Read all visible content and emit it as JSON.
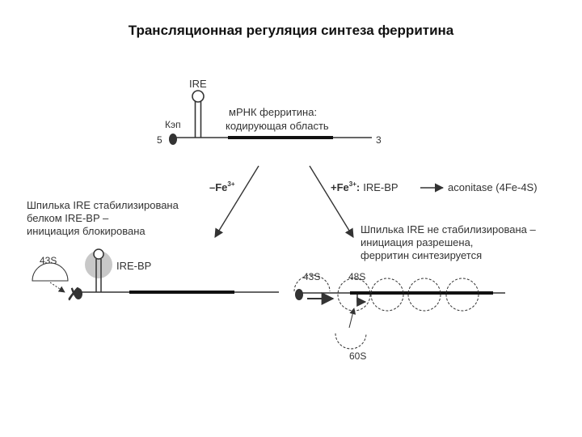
{
  "title": "Трансляционная регуляция синтеза ферритина",
  "top": {
    "ire": "IRE",
    "cap": "Кэп",
    "five": "5",
    "three": "3",
    "mrna_line1": "мРНК ферритина:",
    "mrna_line2": "кодирующая область"
  },
  "left_branch": {
    "fe": "–Fe",
    "fe_sup": "3+",
    "desc_line1": "Шпилька IRE стабилизирована",
    "desc_line2": "белком IRE-BP –",
    "desc_line3": "инициация блокирована",
    "s43": "43S",
    "irebp": "IRE-BP"
  },
  "right_branch": {
    "fe": "+Fe",
    "fe_sup": "3+",
    "fe_colon": ":",
    "irebp": "IRE-BP",
    "aconitase": "aconitase (4Fe-4S)",
    "desc_line1": "Шпилька IRE не стабилизирована –",
    "desc_line2": "инициация разрешена,",
    "desc_line3": "ферритин синтезируется",
    "s43": "43S",
    "s48": "48S",
    "s60": "60S"
  }
}
